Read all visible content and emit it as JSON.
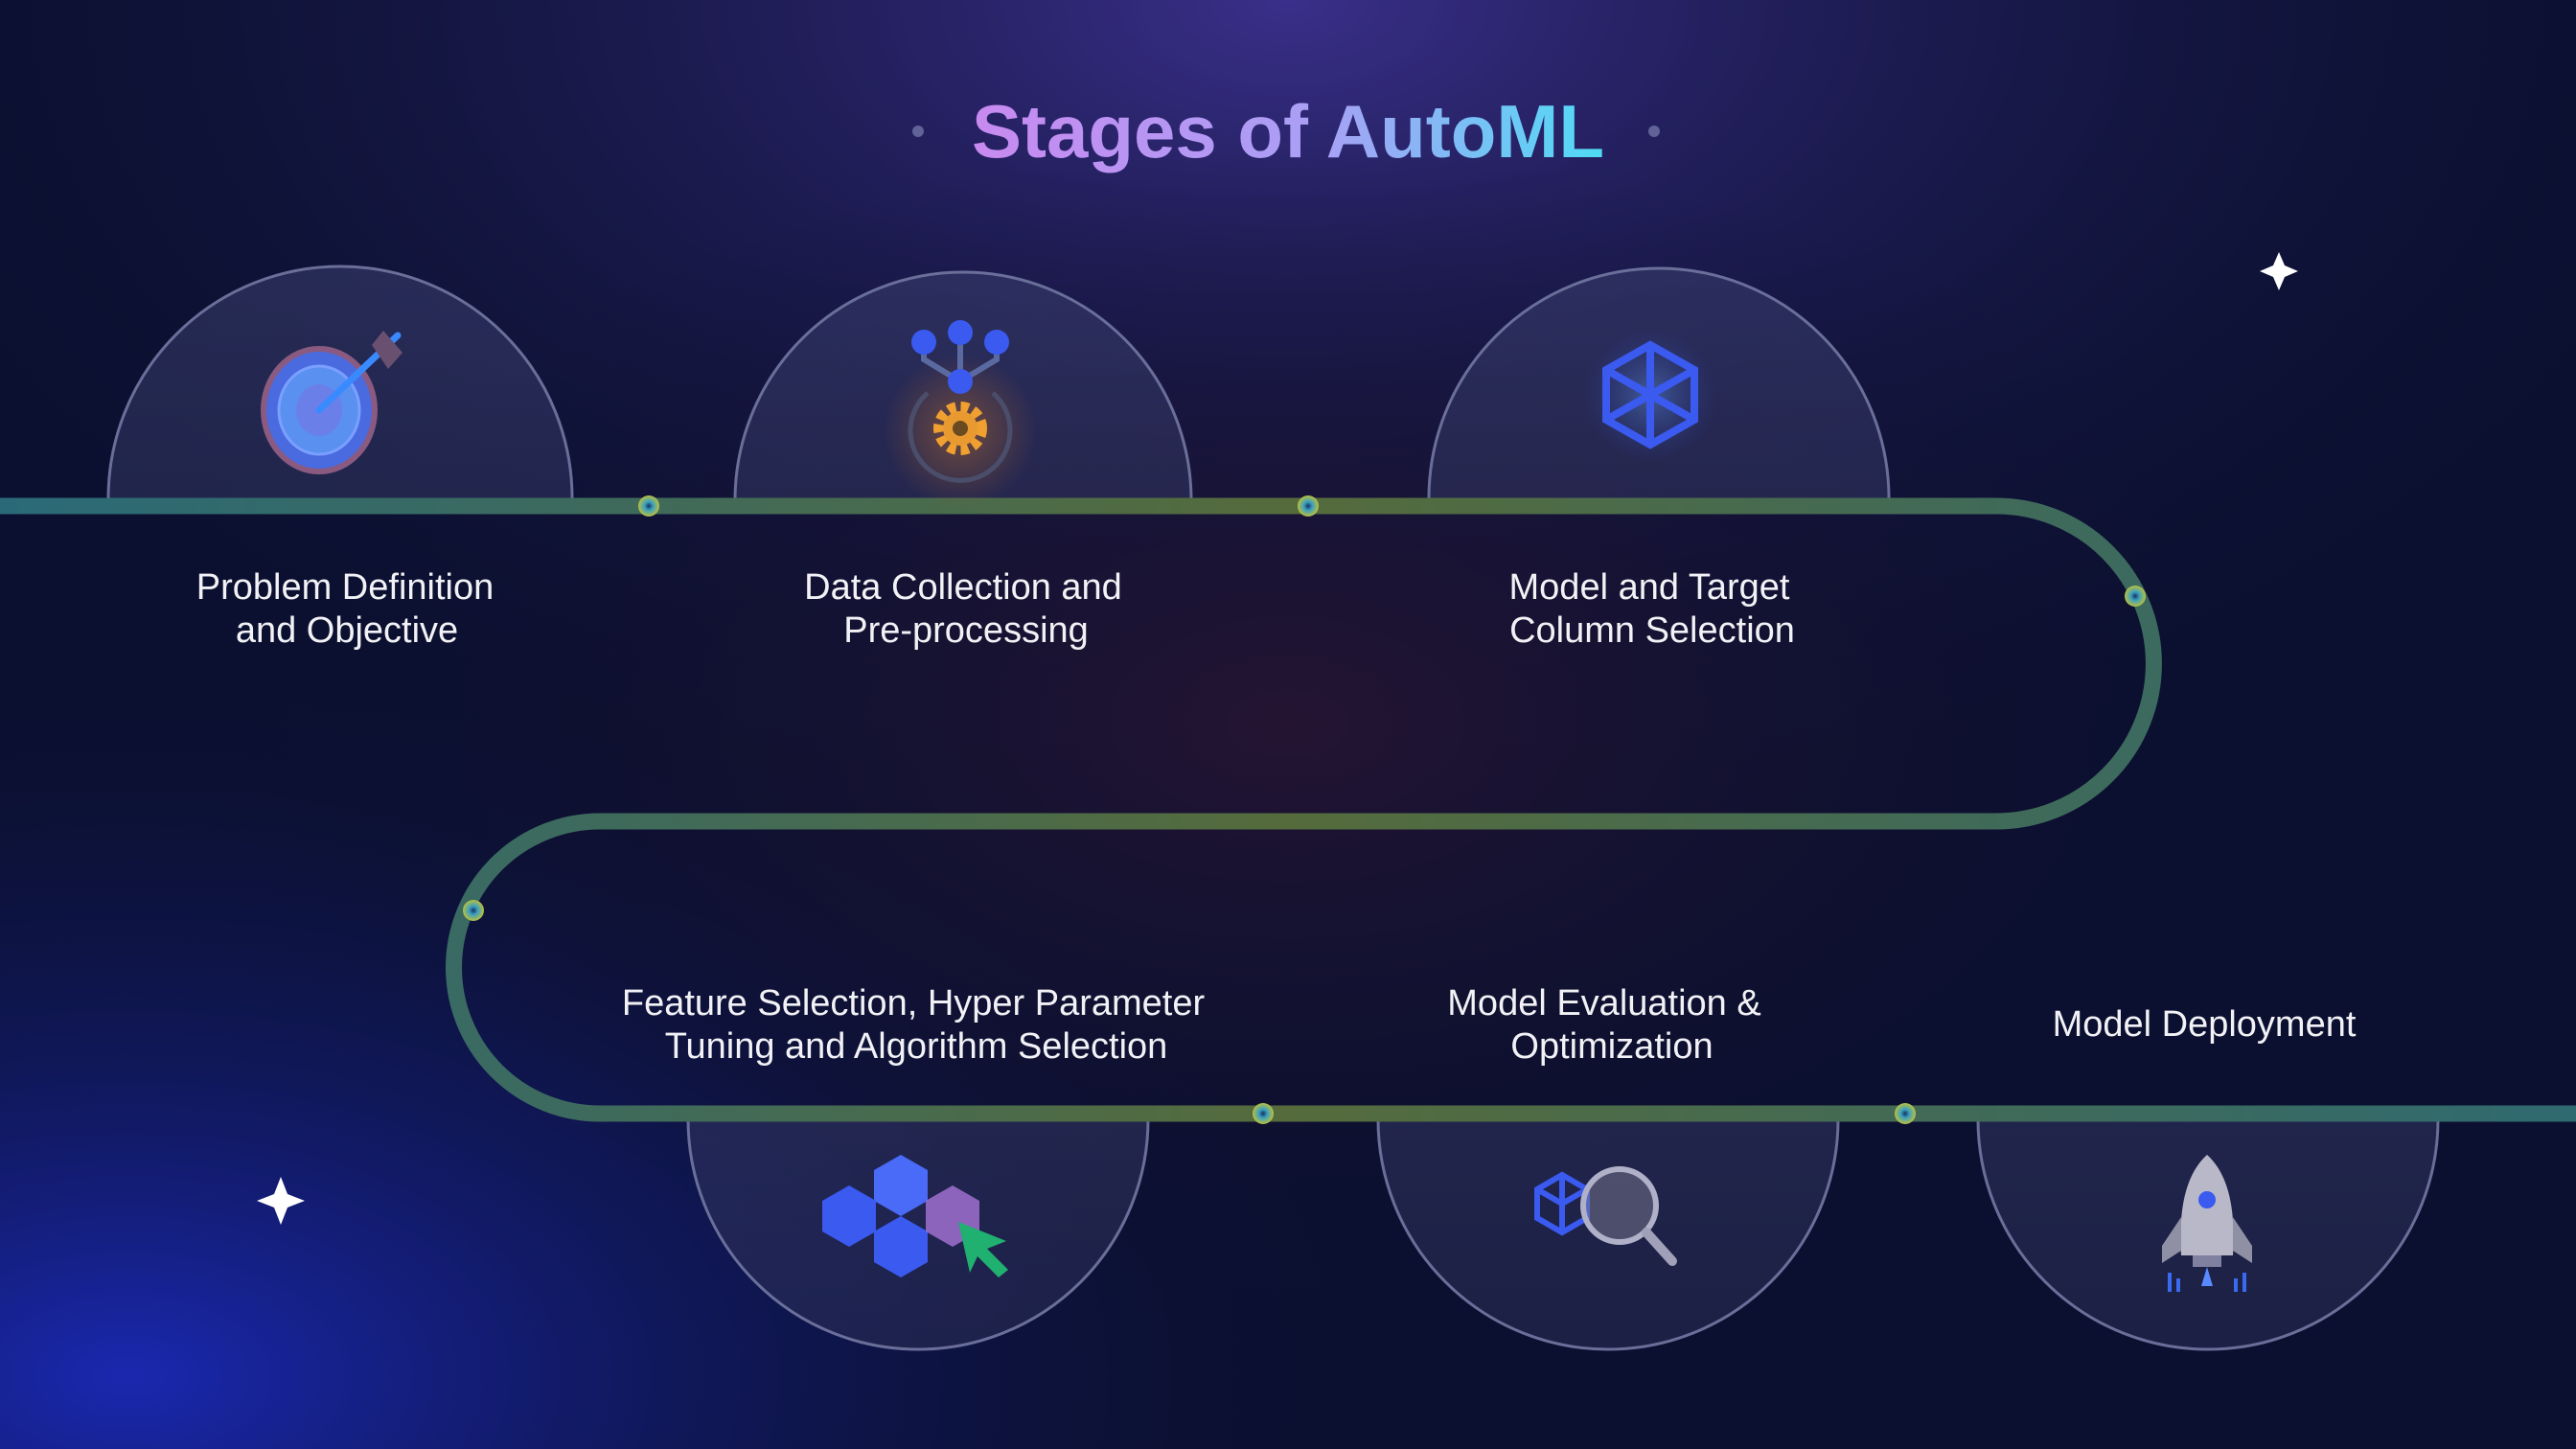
{
  "title": "Stages of AutoML",
  "colors": {
    "background": "#0b1030",
    "title_start": "#c88af0",
    "title_end": "#4fdcf5",
    "path_start": "#2a6a78",
    "path_end": "#5a6a3a",
    "label": "#f2f2f6"
  },
  "stages": [
    {
      "lines": [
        "Problem Definition",
        "and Objective"
      ],
      "icon": "target-icon"
    },
    {
      "lines": [
        "Data Collection and",
        "Pre-processing"
      ],
      "icon": "data-gear-icon"
    },
    {
      "lines": [
        "Model and Target",
        "Column Selection"
      ],
      "icon": "hex-network-icon"
    },
    {
      "lines": [
        "Feature Selection, Hyper Parameter",
        "Tuning and Algorithm Selection"
      ],
      "icon": "cubes-cursor-icon"
    },
    {
      "lines": [
        "Model Evaluation &",
        "Optimization"
      ],
      "icon": "magnifier-network-icon"
    },
    {
      "lines": [
        "Model Deployment"
      ],
      "icon": "rocket-icon"
    }
  ]
}
